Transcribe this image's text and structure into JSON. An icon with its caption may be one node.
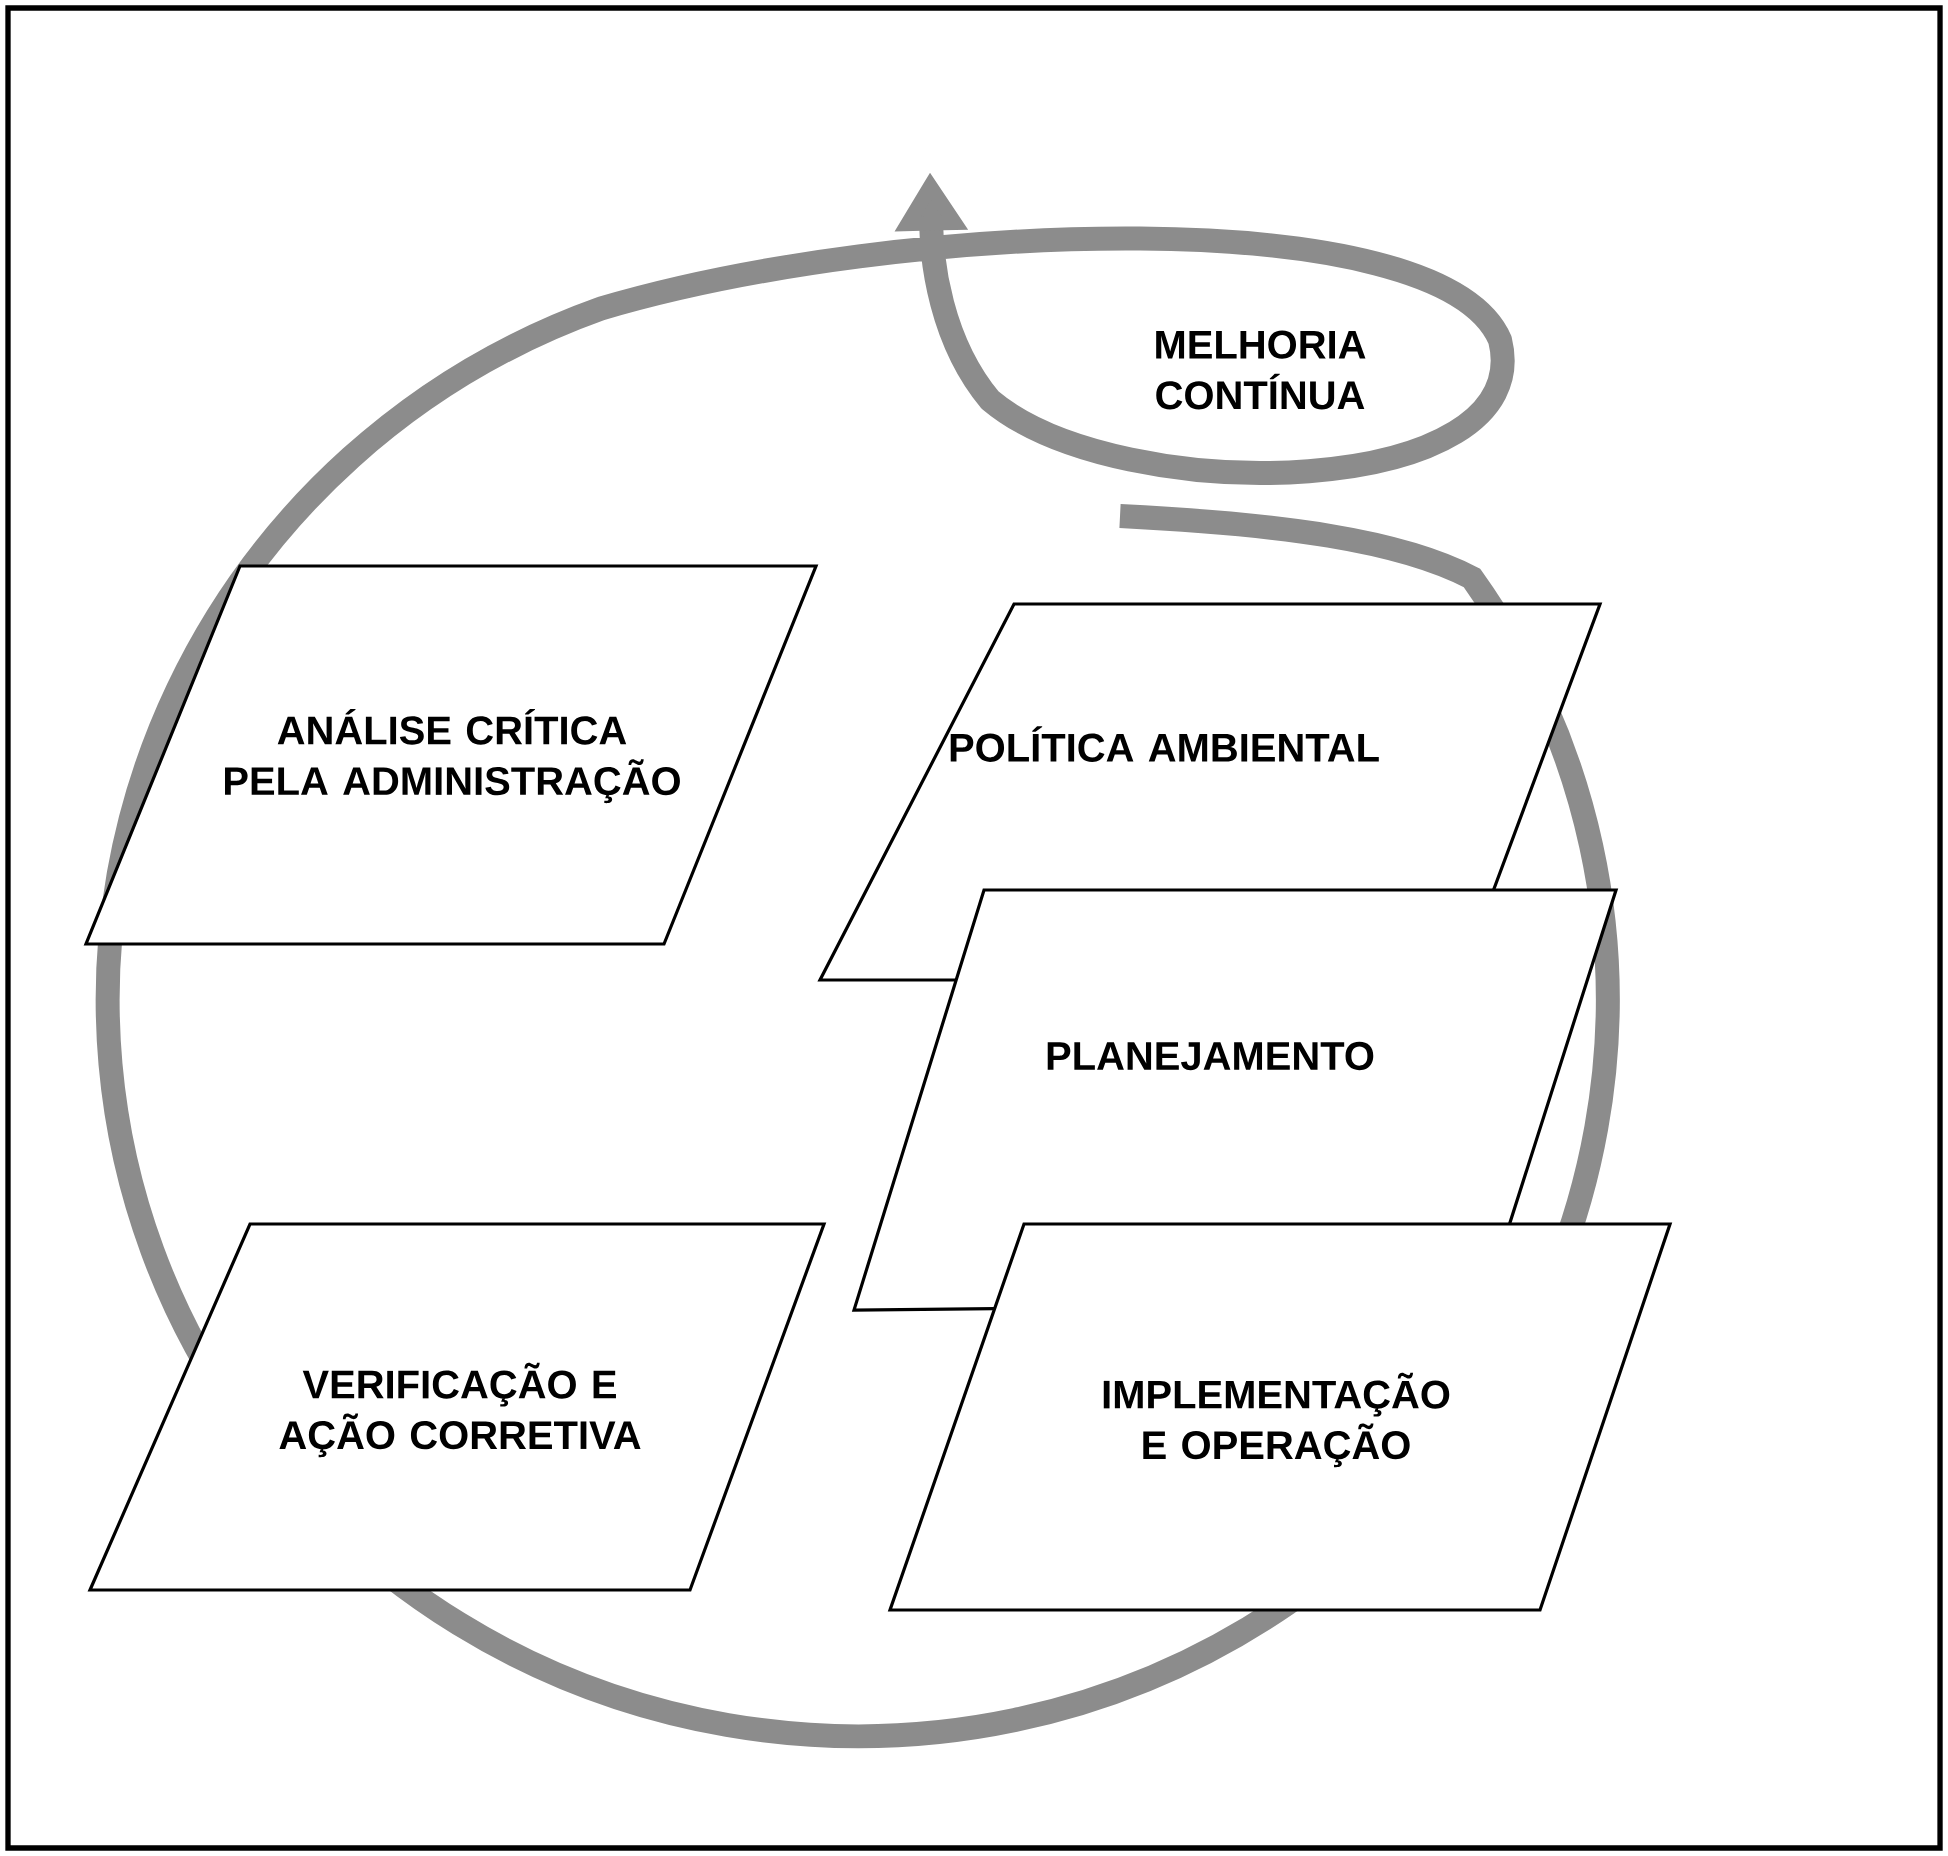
{
  "diagram": {
    "nodes": [
      {
        "text": [
          "ANÁLISE CRÍTICA PELA ADMINISTRAÇÃO"
        ]
      },
      {
        "text": [
          "POLÍTICA AMBIENTAL"
        ]
      },
      {
        "text": [
          "PLANEJAMENTO"
        ]
      },
      {
        "text": [
          "VERIFICAÇÃO E AÇÃO CORRETIVA"
        ]
      },
      {
        "text": [
          "IMPLEMENTAÇÃO E OPERAÇÃO"
        ]
      }
    ],
    "labels": [
      "MELHORIA CONTÍNUA"
    ]
  }
}
